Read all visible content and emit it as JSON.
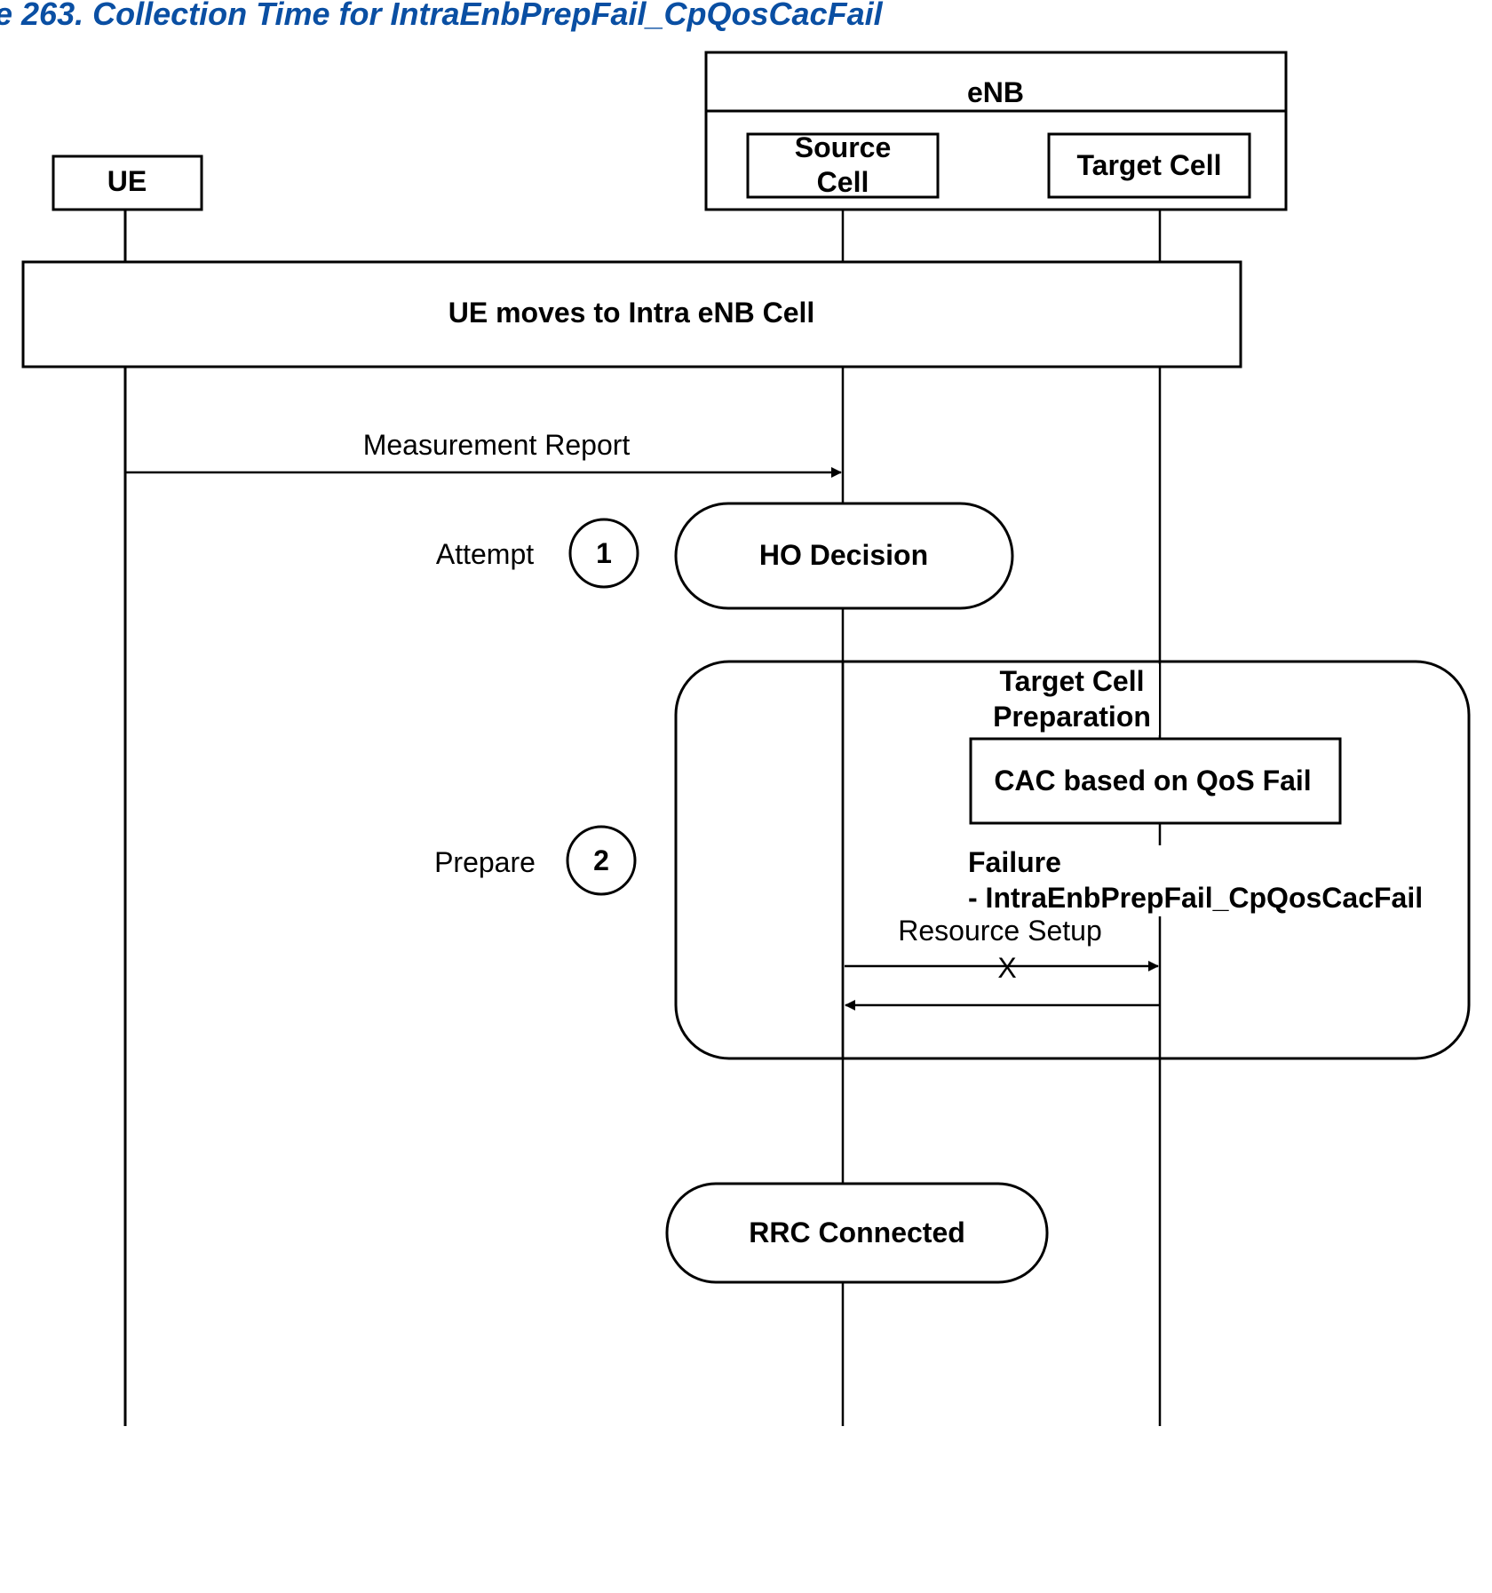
{
  "caption": "e 263. Collection Time for IntraEnbPrepFail_CpQosCacFail",
  "participants": {
    "ue": "UE",
    "enb": "eNB",
    "source_cell_line1": "Source",
    "source_cell_line2": "Cell",
    "target_cell": "Target Cell"
  },
  "banner": "UE moves to Intra eNB Cell",
  "messages": {
    "measurement_report": "Measurement Report",
    "resource_setup": "Resource Setup",
    "lost_marker": "X"
  },
  "steps": [
    {
      "label": "Attempt",
      "number": "1"
    },
    {
      "label": "Prepare",
      "number": "2"
    }
  ],
  "states": {
    "ho_decision": "HO Decision",
    "rrc_connected": "RRC Connected"
  },
  "preparation": {
    "title_line1": "Target Cell",
    "title_line2": "Preparation",
    "cac_box": "CAC based on QoS Fail",
    "failure_line1": "Failure",
    "failure_line2": "- IntraEnbPrepFail_CpQosCacFail"
  },
  "colors": {
    "caption": "#0a4fa3",
    "line": "#000000",
    "background": "#ffffff"
  }
}
